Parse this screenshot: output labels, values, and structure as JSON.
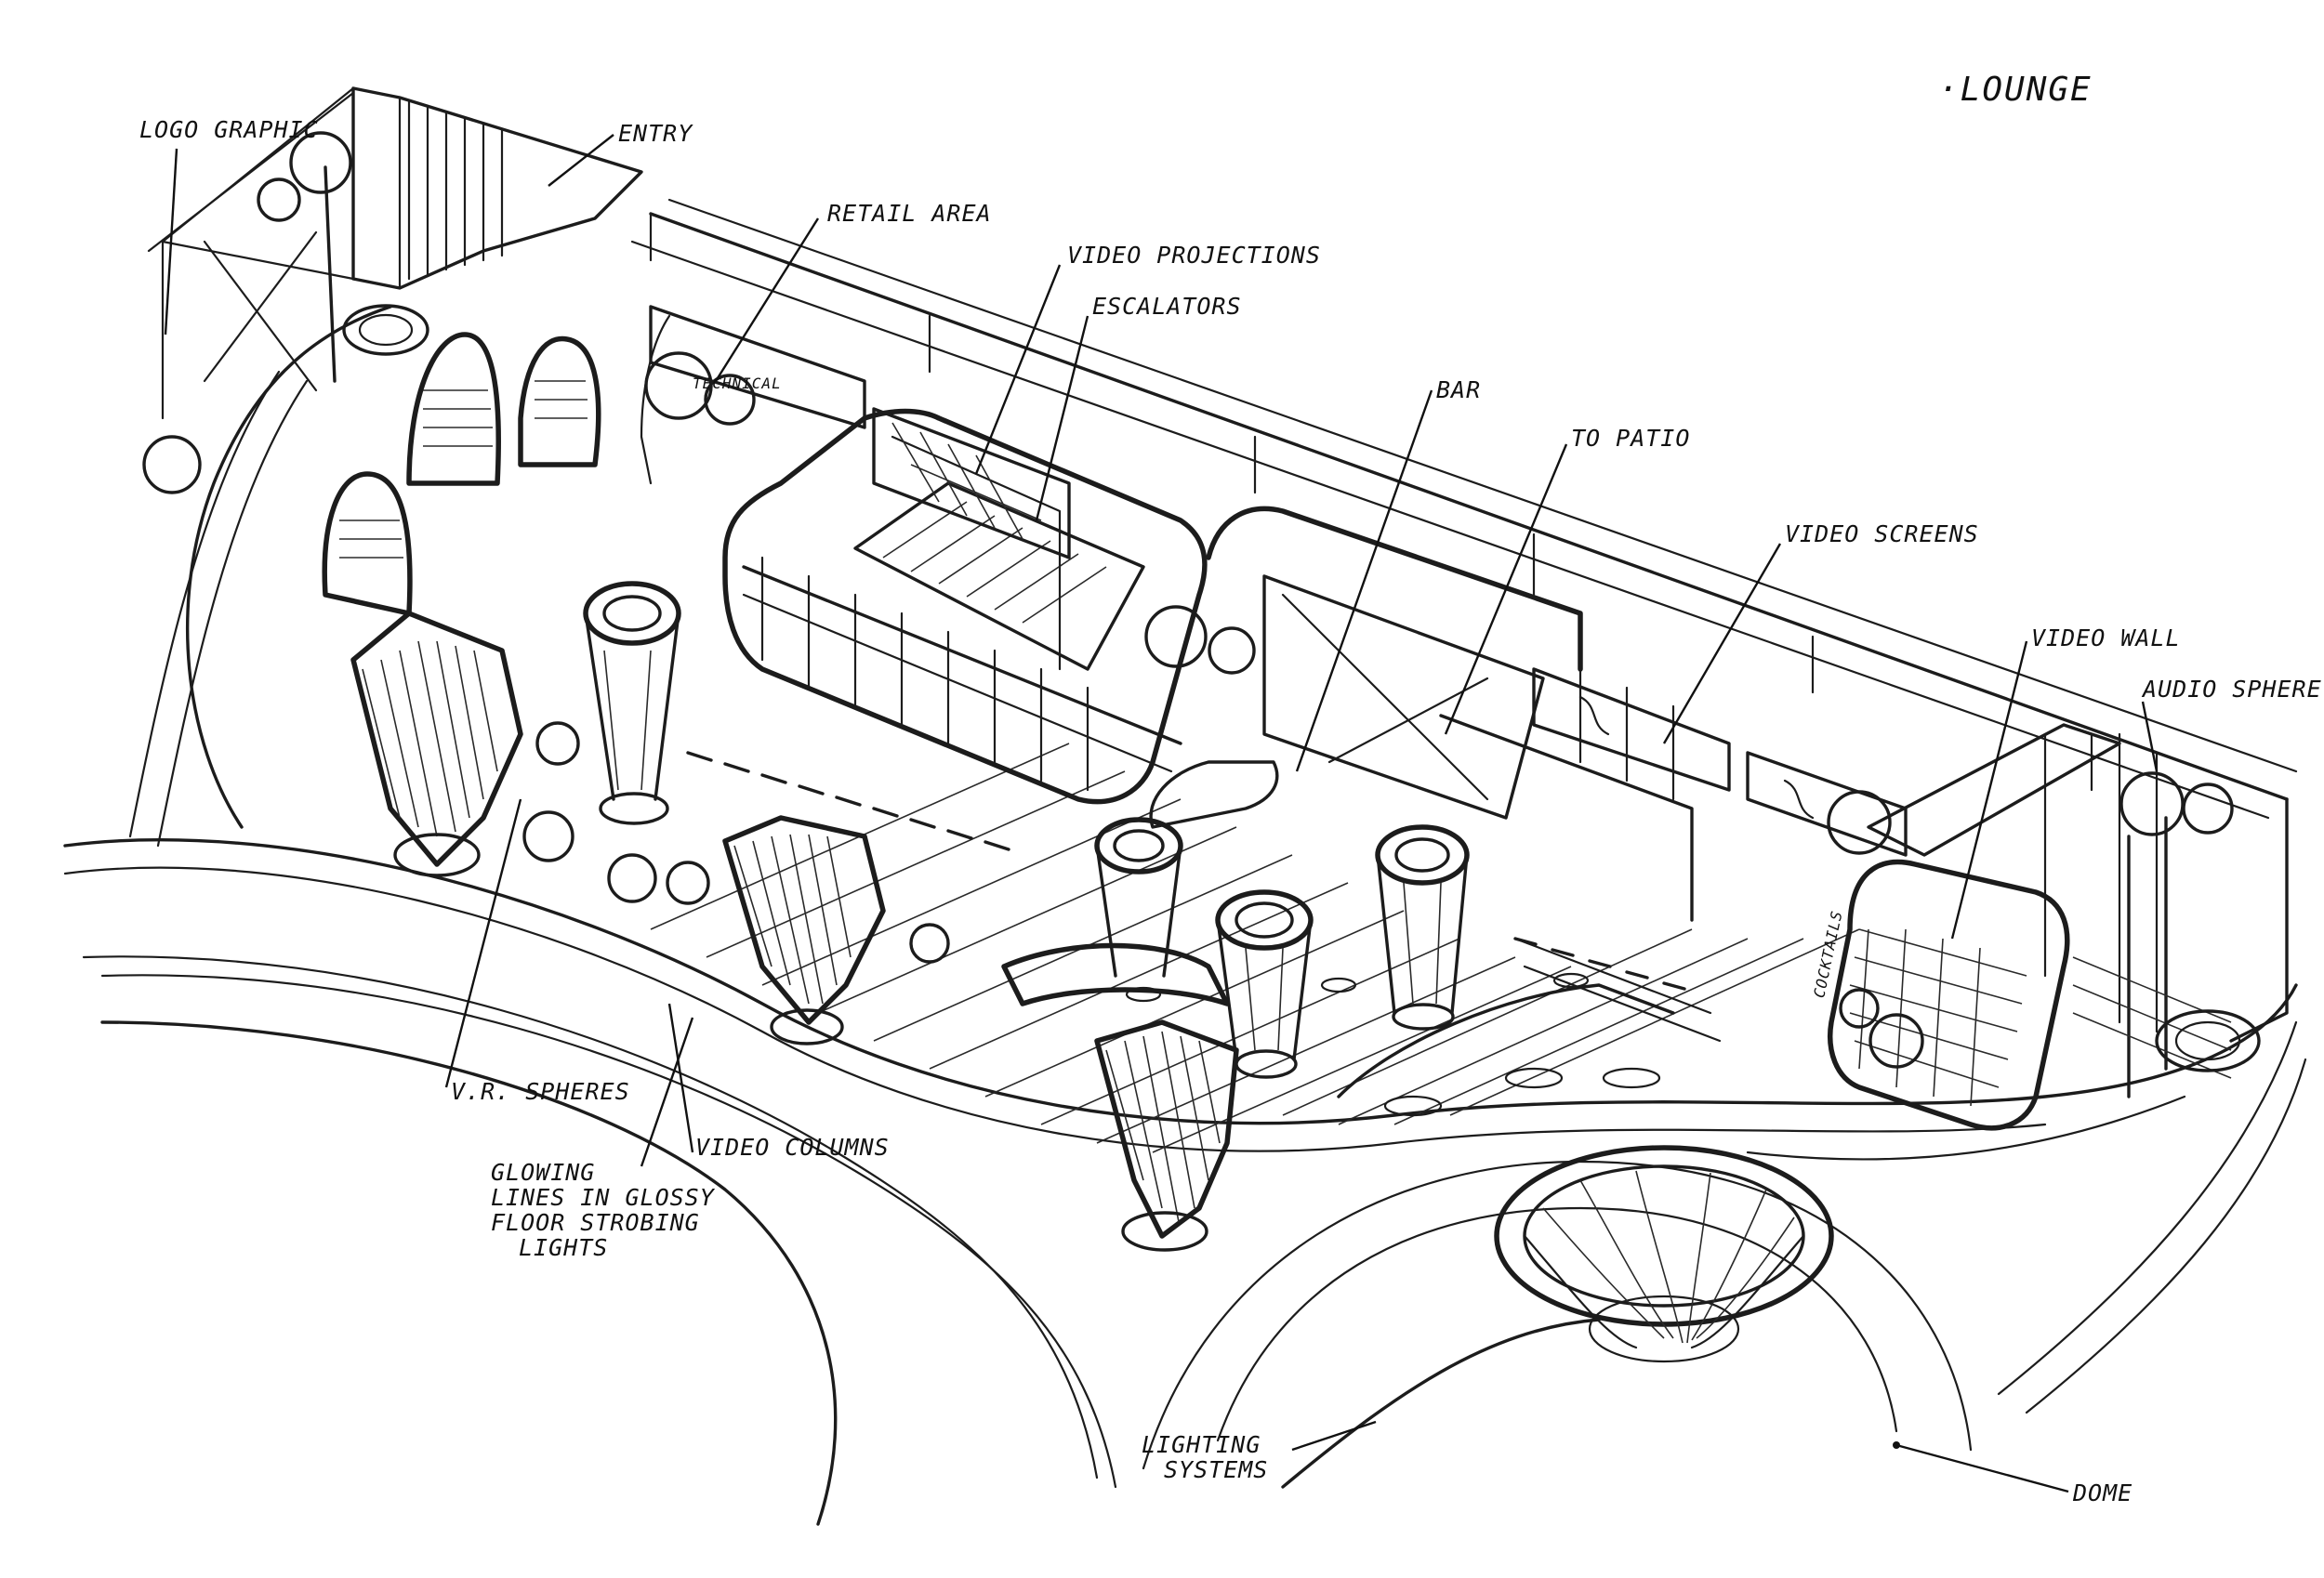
{
  "title": "·LOUNGE",
  "labels": {
    "logo_graphic": "LOGO GRAPHIC",
    "entry": "ENTRY",
    "retail_area": "RETAIL AREA",
    "video_projections": "VIDEO PROJECTIONS",
    "escalators": "ESCALATORS",
    "bar": "BAR",
    "to_patio": "TO PATIO",
    "video_screens": "VIDEO SCREENS",
    "video_wall": "VIDEO WALL",
    "audio_sphere": "AUDIO SPHERE",
    "vr_spheres": "V.R. SPHERES",
    "video_columns": "VIDEO COLUMNS",
    "glowing_lines_1": "GLOWING",
    "glowing_lines_2": "LINES IN GLOSSY",
    "glowing_lines_3": "FLOOR STROBING",
    "glowing_lines_4": "LIGHTS",
    "lighting_systems_1": "LIGHTING",
    "lighting_systems_2": "SYSTEMS",
    "dome": "DOME",
    "bar_sign": "TECHNICAL",
    "cocktails_sign": "COCKTAILS"
  },
  "colors": {
    "ink": "#1c1c1c",
    "paper": "#ffffff"
  }
}
